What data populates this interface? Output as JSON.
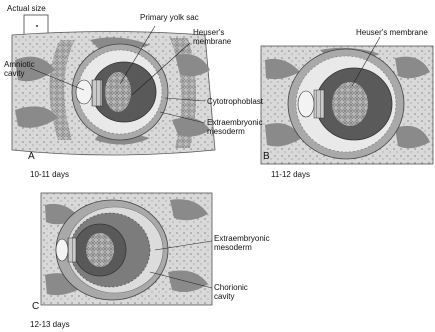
{
  "actual_size": {
    "label": "Actual size"
  },
  "panels": [
    {
      "letter": "A",
      "caption": "10-11 days"
    },
    {
      "letter": "B",
      "caption": "11-12 days"
    },
    {
      "letter": "C",
      "caption": "12-13 days"
    }
  ],
  "labels": {
    "primary_yolk_sac": "Primary yolk sac",
    "heusers_membrane_a": "Heuser's membrane",
    "heusers_membrane_b": "Heuser's membrane",
    "amniotic_cavity": "Amniotic cavity",
    "cytotrophoblast": "Cytotrophoblast",
    "extraembryonic_mesoderm_a": "Extraembryonic mesoderm",
    "extraembryonic_mesoderm_c": "Extraembryonic mesoderm",
    "chorionic_cavity": "Chorionic cavity"
  }
}
